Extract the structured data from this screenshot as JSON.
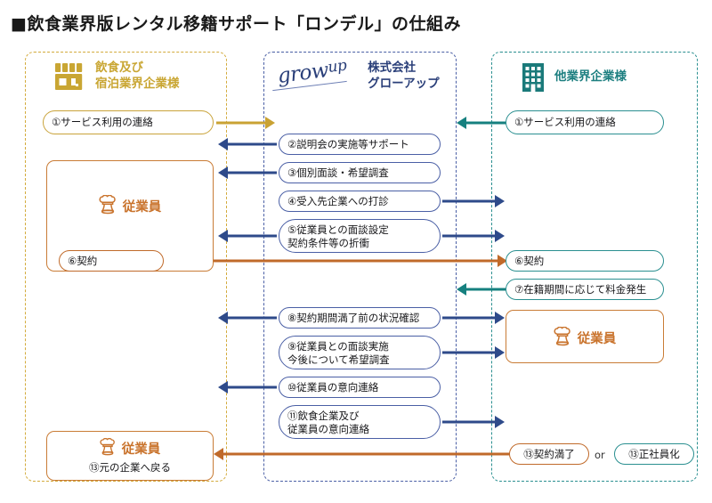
{
  "title": "■飲食業界版レンタル移籍サポート「ロンデル」の仕組み",
  "colors": {
    "gold": "#c9a233",
    "navy": "#2e4a8a",
    "teal": "#16807f",
    "brown": "#c06a2a",
    "logo_navy": "#2a3f79"
  },
  "columns": {
    "left": {
      "icon": "storefront-icon",
      "heading": "飲食及び\n宿泊業界企業様",
      "border_color": "#d3ab3c"
    },
    "middle": {
      "logo": "grow up",
      "logo_main": "grow",
      "logo_sup": "up",
      "heading": "株式会社\nグローアップ",
      "border_color": "#4a5fa5"
    },
    "right": {
      "icon": "office-building-icon",
      "heading": "他業界企業様",
      "border_color": "#2a8f90"
    }
  },
  "steps": {
    "s1_left": "①サービス利用の連絡",
    "s1_right": "①サービス利用の連絡",
    "s2": "②説明会の実施等サポート",
    "s3": "③個別面談・希望調査",
    "s4": "④受入先企業への打診",
    "s5": "⑤従業員との面談設定\n契約条件等の折衝",
    "s6_left": "⑥契約",
    "s6_right": "⑥契約",
    "s7": "⑦在籍期間に応じて料金発生",
    "s8": "⑧契約期間満了前の状況確認",
    "s9": "⑨従業員との面談実施\n今後について希望調査",
    "s10": "⑩従業員の意向連絡",
    "s11": "⑪飲食企業及び\n従業員の意向連絡",
    "s13_end": "⑬契約満了",
    "s13_hire": "⑬正社員化",
    "s13_return": "⑬元の企業へ戻る",
    "or_label": "or"
  },
  "employees": {
    "left_top": "従業員",
    "right_mid": "従業員",
    "left_bottom": "従業員"
  }
}
